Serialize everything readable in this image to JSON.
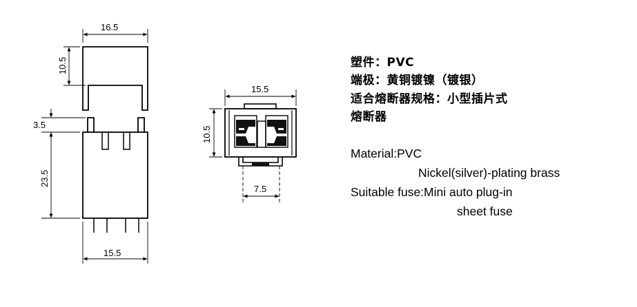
{
  "dimensions": {
    "left_top_width": "16.5",
    "left_cap_height": "10.5",
    "left_pin_gap": "3.5",
    "left_body_height": "23.5",
    "left_bottom_width": "15.5",
    "mid_width": "15.5",
    "mid_height": "10.5",
    "mid_pin_span": "7.5"
  },
  "spec_cn": {
    "line1": "塑件：PVC",
    "line2": "端极：黄铜镀镍（镀银）",
    "line3": "适合熔断器规格：小型插片式",
    "line4": "熔断器"
  },
  "spec_en": {
    "line1": "Material:PVC",
    "line2": "Nickel(silver)-plating brass",
    "line3": "Suitable fuse:Mini auto plug-in",
    "line4": "sheet fuse"
  }
}
